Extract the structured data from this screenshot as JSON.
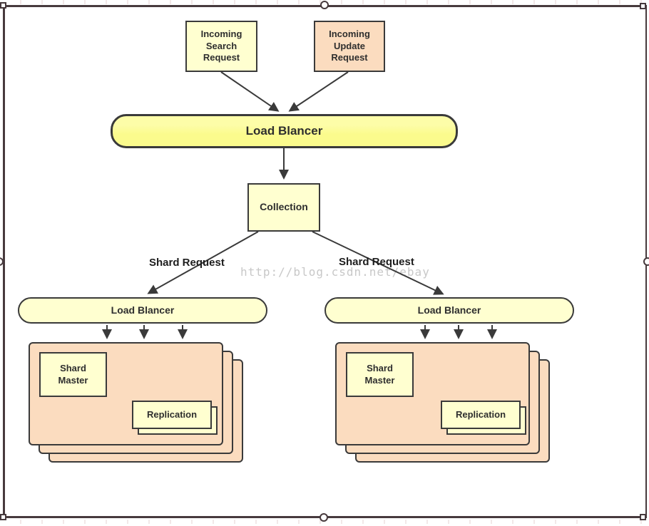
{
  "theme": {
    "colors": {
      "pale-yellow": "#FFFFD0",
      "bright-yellow": "#FBFB8D",
      "peach": "#FBDCBF",
      "ink": "#3A3A3A",
      "frame": "#473A3D",
      "watermark": "#C8C8C8",
      "text": "#2E2E2E"
    }
  },
  "watermark": {
    "text": "http://blog.csdn.net/ebay"
  },
  "nodes": {
    "incoming_search": {
      "label": "Incoming\nSearch\nRequest"
    },
    "incoming_update": {
      "label": "Incoming\nUpdate\nRequest"
    },
    "main_load_balancer": {
      "label": "Load Blancer"
    },
    "collection": {
      "label": "Collection"
    }
  },
  "edges": {
    "shard_request_left": {
      "label": "Shard Request"
    },
    "shard_request_right": {
      "label": "Shard Request"
    }
  },
  "shards": {
    "left": {
      "load_balancer": "Load Blancer",
      "master": "Shard\nMaster",
      "replication": "Replication"
    },
    "right": {
      "load_balancer": "Load Blancer",
      "master": "Shard\nMaster",
      "replication": "Replication"
    }
  }
}
